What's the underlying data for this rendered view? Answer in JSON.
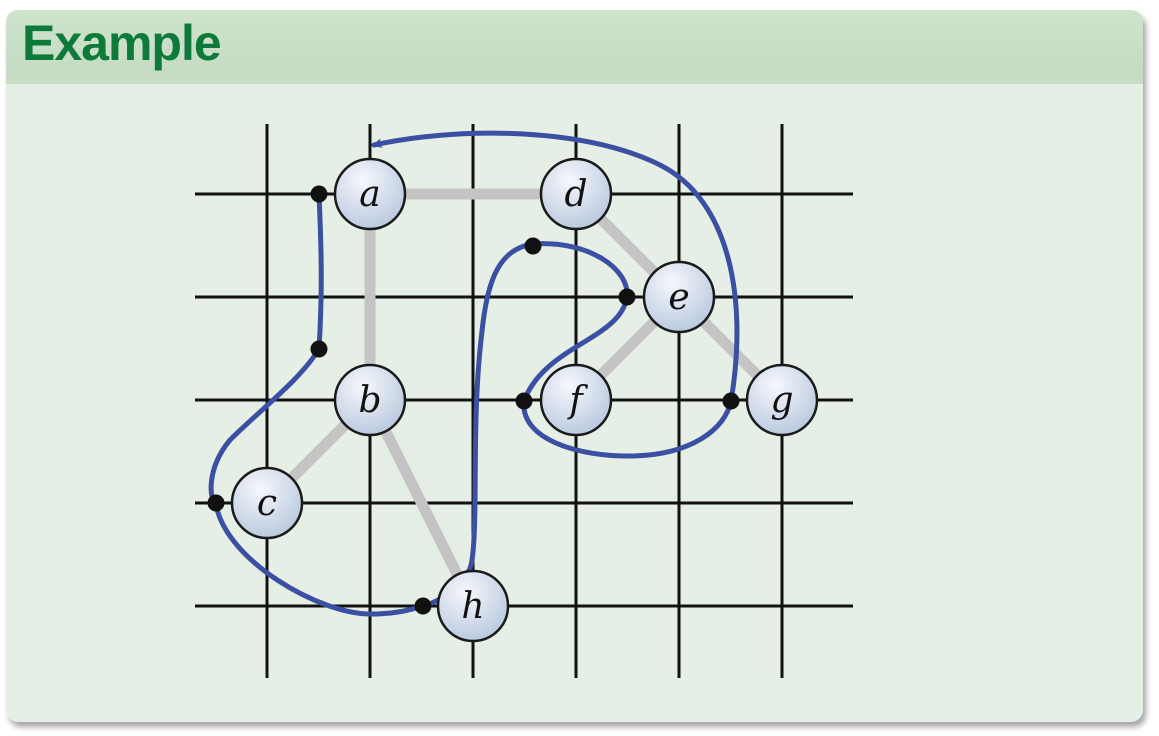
{
  "block": {
    "title": "Example"
  },
  "graph": {
    "vertices": [
      {
        "id": "a",
        "label": "a"
      },
      {
        "id": "b",
        "label": "b"
      },
      {
        "id": "c",
        "label": "c"
      },
      {
        "id": "d",
        "label": "d"
      },
      {
        "id": "e",
        "label": "e"
      },
      {
        "id": "f",
        "label": "f"
      },
      {
        "id": "g",
        "label": "g"
      },
      {
        "id": "h",
        "label": "h"
      }
    ],
    "edges": [
      [
        "a",
        "d"
      ],
      [
        "a",
        "b"
      ],
      [
        "b",
        "c"
      ],
      [
        "b",
        "h"
      ],
      [
        "d",
        "e"
      ],
      [
        "e",
        "f"
      ],
      [
        "e",
        "g"
      ]
    ]
  },
  "colors": {
    "grid": "#111111",
    "edge": "#c4c4c4",
    "curve": "#3b4fa3",
    "node_fill_top": "#f4f7fb",
    "node_fill_bottom": "#bccbe0",
    "panel": "#e6efe5",
    "title": "#0d7a3a"
  }
}
